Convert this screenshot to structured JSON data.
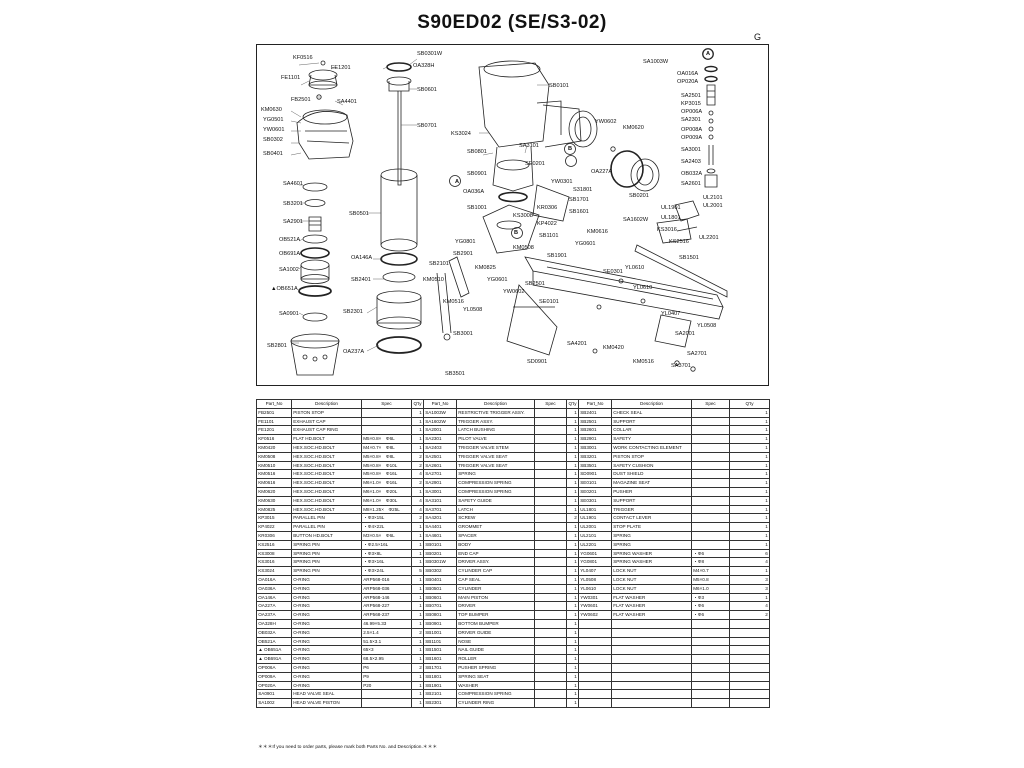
{
  "page": {
    "title": "S90ED02 (SE/S3-02)",
    "corner_mark": "G",
    "footnote": "＊＊＊If you need to order parts, please mark both Parts No. and Description.＊＊＊"
  },
  "diagram": {
    "callouts": {
      "a1": "A",
      "a2": "A",
      "a3": "A",
      "b1": "B",
      "b2": "B"
    },
    "labels": {
      "KF0516": "KF0516",
      "FE1201": "FE1201",
      "FE1101": "FE1101",
      "FB2501": "FB2501",
      "SA4401": "SA4401",
      "KM0630": "KM0630",
      "YG0501": "YG0501",
      "YW0601": "YW0601",
      "SB0302": "SB0302",
      "SB0401": "SB0401",
      "SA4601": "SA4601",
      "SB3201": "SB3201",
      "SA2901": "SA2901",
      "OB521A": "OB521A",
      "OB691A": "OB691A",
      "SA1002": "SA1002",
      "OB651A": "▲OB651A",
      "SA0901": "SA0901",
      "SB2801": "SB2801",
      "SB0301W": "SB0301W",
      "OA328H": "OA328H",
      "SB0601": "SB0601",
      "SB0701": "SB0701",
      "SB0501": "SB0501",
      "OA146A": "OA146A",
      "SB2401": "SB2401",
      "SB2301": "SB2301",
      "OA237A": "OA237A",
      "SB0101": "SB0101",
      "KS3024": "KS3024",
      "SB0801": "SB0801",
      "SA3101": "SA3101",
      "SE0201": "SE0201",
      "SB0901": "SB0901",
      "OA036A": "OA036A",
      "SB1001": "SB1001",
      "YW0301": "YW0301",
      "KS3008": "KS3008",
      "KR0306": "KR0306",
      "S31801": "S31801",
      "SB1701": "SB1701",
      "SB1601": "SB1601",
      "KP4022": "KP4022",
      "SB1101": "SB1101",
      "YG0801": "YG0801",
      "KM0508": "KM0508",
      "SB2101": "SB2101",
      "SB2901": "SB2901",
      "KM0825": "KM0825",
      "KM0510": "KM0510",
      "YG0601": "YG0601",
      "YW0602": "YW0602",
      "KM0516": "KM0516",
      "YL0508": "YL0508",
      "SB2501": "SB2501",
      "SE0101": "SE0101",
      "SB3001": "SB3001",
      "SB3501": "SB3501",
      "SD0901": "SD0901",
      "SA4201": "SA4201",
      "YW0602b": "YW0602",
      "KM0620": "KM0620",
      "OA227A": "OA227A",
      "SB0201": "SB0201",
      "SA1003W": "SA1003W",
      "OA016A": "OA016A",
      "OP020A": "OP020A",
      "SA2501": "SA2501",
      "KP3015": "KP3015",
      "OP006A": "OP006A",
      "SA2301": "SA2301",
      "OP008A": "OP008A",
      "OP009A": "OP009A",
      "SA3001": "SA3001",
      "SA2403": "SA2403",
      "OB032A": "OB032A",
      "SA2601": "SA2601",
      "UL2101": "UL2101",
      "UL1901": "UL1901",
      "UL2001": "UL2001",
      "UL1801": "UL1801",
      "SA1602W": "SA1602W",
      "KS3016": "KS3016",
      "KS2516": "KS2516",
      "UL2201": "UL2201",
      "KM0616": "KM0616",
      "SB1901": "SB1901",
      "YG0601b": "YG0601",
      "SB1501": "SB1501",
      "SE0301": "SE0301",
      "YL0610": "YL0610",
      "YL0610b": "YL0610",
      "YL0407": "YL0407",
      "YL0508b": "YL0508",
      "SA2001": "SA2001",
      "KM0420": "KM0420",
      "SA2701": "SA2701",
      "KM0516b": "KM0516",
      "SA3701": "SA3701"
    }
  },
  "table": {
    "headers": [
      "Part_No",
      "Description",
      "Spec",
      "Q'ty"
    ],
    "columns": [
      [
        [
          "FB2501",
          "PISTON STOP",
          "",
          "1"
        ],
        [
          "FE1101",
          "EXHAUST CAP",
          "",
          "1"
        ],
        [
          "FE1201",
          "EXHAUST CAP RING",
          "",
          "1"
        ],
        [
          "KF0516",
          "FLAT HD.BOLT",
          "M5×0.8×　Φ6L",
          "1"
        ],
        [
          "KM0420",
          "HEX.SOC.HD.BOLT",
          "M4×0.7×　Φ8L",
          "1"
        ],
        [
          "KM0508",
          "HEX.SOC.HD.BOLT",
          "M5×0.8×　Φ8L",
          "2"
        ],
        [
          "KM0510",
          "HEX.SOC.HD.BOLT",
          "M5×0.8×　Φ10L",
          "2"
        ],
        [
          "KM0516",
          "HEX.SOC.HD.BOLT",
          "M5×0.8×　Φ16L",
          "4"
        ],
        [
          "KM0616",
          "HEX.SOC.HD.BOLT",
          "M6×1.0×　Φ16L",
          "2"
        ],
        [
          "KM0620",
          "HEX.SOC.HD.BOLT",
          "M6×1.0×　Φ20L",
          "1"
        ],
        [
          "KM0630",
          "HEX.SOC.HD.BOLT",
          "M6×1.0×　Φ30L",
          "4"
        ],
        [
          "KM0825",
          "HEX.SOC.HD.BOLT",
          "M8×1.25×　Φ25L",
          "4"
        ],
        [
          "KP3015",
          "PARALLEL PIN",
          "・Φ3×15L",
          "2"
        ],
        [
          "KP4022",
          "PARALLEL PIN",
          "・Φ4×22L",
          "1"
        ],
        [
          "KR0306",
          "BUTTON HD.BOLT",
          "M3×0.5×　Φ6L",
          "1"
        ],
        [
          "KS2516",
          "SPRING PIN",
          "・Φ2.5×16L",
          "1"
        ],
        [
          "KS3008",
          "SPRING PIN",
          "・Φ3×8L",
          "1"
        ],
        [
          "KS3016",
          "SPRING PIN",
          "・Φ3×16L",
          "1"
        ],
        [
          "KS3024",
          "SPRING PIN",
          "・Φ3×24L",
          "5"
        ],
        [
          "OA016A",
          "O-RING",
          "ARP568-016",
          "1"
        ],
        [
          "OA036A",
          "O-RING",
          "ARP568-036",
          "1"
        ],
        [
          "OA146A",
          "O-RING",
          "ARP568-146",
          "1"
        ],
        [
          "OA227A",
          "O-RING",
          "ARP568-227",
          "1"
        ],
        [
          "OA237A",
          "O-RING",
          "ARP568-237",
          "1"
        ],
        [
          "OA328H",
          "O-RING",
          "46.99×5.33",
          "1"
        ],
        [
          "OB032A",
          "O-RING",
          "2.5×1.4",
          "2"
        ],
        [
          "OB521A",
          "O-RING",
          "51.5×3.1",
          "1"
        ],
        [
          "▲ OB651A",
          "O-RING",
          "65×3",
          "1"
        ],
        [
          "▲ OB691A",
          "O-RING",
          "68.5×2.95",
          "1"
        ],
        [
          "OP006A",
          "O-RING",
          "P6",
          "2"
        ],
        [
          "OP009A",
          "O-RING",
          "P9",
          "1"
        ],
        [
          "OP020A",
          "O-RING",
          "P20",
          "1"
        ],
        [
          "SA0901",
          "HEAD VALVE SEAL",
          "",
          "1"
        ],
        [
          "SA1002",
          "HEAD VALVE PISTON",
          "",
          "1"
        ]
      ],
      [
        [
          "SA1003W",
          "RESTRICTIVE TRIGGER ASSY.",
          "",
          "1"
        ],
        [
          "SA1602W",
          "TRIGGER ASSY.",
          "",
          "1"
        ],
        [
          "SA2001",
          "LATCH BUSHING",
          "",
          "1"
        ],
        [
          "SA2301",
          "PILOT VALVE",
          "",
          "1"
        ],
        [
          "SA2403",
          "TRIGGER VALVE STEM",
          "",
          "1"
        ],
        [
          "SA2501",
          "TRIGGER VALVE SEAT",
          "",
          "1"
        ],
        [
          "SA2601",
          "TRIGGER VALVE SEAT",
          "",
          "1"
        ],
        [
          "SA2701",
          "SPRING",
          "",
          "1"
        ],
        [
          "SA2901",
          "COMPRESSION SPRING",
          "",
          "1"
        ],
        [
          "SA3001",
          "COMPRESSION SPRING",
          "",
          "1"
        ],
        [
          "SA3101",
          "SAFETY GUIDE",
          "",
          "1"
        ],
        [
          "SA3701",
          "LATCH",
          "",
          "1"
        ],
        [
          "SA4201",
          "SCREW",
          "",
          "2"
        ],
        [
          "SA4401",
          "GROMMET",
          "",
          "1"
        ],
        [
          "SA4601",
          "SPACER",
          "",
          "1"
        ],
        [
          "SB0101",
          "BODY",
          "",
          "1"
        ],
        [
          "SB0201",
          "END CAP",
          "",
          "1"
        ],
        [
          "SB0301W",
          "DRIVER ASSY.",
          "",
          "1"
        ],
        [
          "SB0302",
          "CYLINDER CAP",
          "",
          "1"
        ],
        [
          "SB0401",
          "CAP SEAL",
          "",
          "1"
        ],
        [
          "SB0501",
          "CYLINDER",
          "",
          "1"
        ],
        [
          "SB0601",
          "MAIN PISTON",
          "",
          "1"
        ],
        [
          "SB0701",
          "DRIVER",
          "",
          "1"
        ],
        [
          "SB0801",
          "TOP BUMPER",
          "",
          "1"
        ],
        [
          "SB0901",
          "BOTTOM BUMPER",
          "",
          "1"
        ],
        [
          "SB1001",
          "DRIVER GUIDE",
          "",
          "1"
        ],
        [
          "SB1101",
          "NOSE",
          "",
          "1"
        ],
        [
          "SB1501",
          "NAIL GUIDE",
          "",
          "1"
        ],
        [
          "SB1601",
          "ROLLER",
          "",
          "1"
        ],
        [
          "SB1701",
          "PUSHER SPRING",
          "",
          "1"
        ],
        [
          "SB1801",
          "SPRING SEAT",
          "",
          "1"
        ],
        [
          "SB1901",
          "WASHER",
          "",
          "1"
        ],
        [
          "SB2101",
          "COMPRESSION SPRING",
          "",
          "1"
        ],
        [
          "SB2301",
          "CYLINDER RING",
          "",
          "1"
        ]
      ],
      [
        [
          "SB2401",
          "CHECK SEAL",
          "",
          "1"
        ],
        [
          "SB2501",
          "SUPPORT",
          "",
          "1"
        ],
        [
          "SB2601",
          "COLLAR",
          "",
          "1"
        ],
        [
          "SB2901",
          "SAFETY",
          "",
          "1"
        ],
        [
          "SB3001",
          "WORK CONTACTING ELEMENT",
          "",
          "1"
        ],
        [
          "SB3201",
          "PISTON STOP",
          "",
          "1"
        ],
        [
          "SB3501",
          "SAFETY CUSHION",
          "",
          "1"
        ],
        [
          "SD0901",
          "DUST SHIELD",
          "",
          "1"
        ],
        [
          "SE0101",
          "MAGAZINE SEAT",
          "",
          "1"
        ],
        [
          "SE0201",
          "PUSHER",
          "",
          "1"
        ],
        [
          "SE0301",
          "SUPPORT",
          "",
          "1"
        ],
        [
          "UL1801",
          "TRIGGER",
          "",
          "1"
        ],
        [
          "UL1901",
          "CONTACT LEVER",
          "",
          "1"
        ],
        [
          "UL2001",
          "STOP PLATE",
          "",
          "1"
        ],
        [
          "UL2101",
          "SPRING",
          "",
          "1"
        ],
        [
          "UL2201",
          "SPRING",
          "",
          "1"
        ],
        [
          "YG0601",
          "SPRING WASHER",
          "・Φ6",
          "6"
        ],
        [
          "YG0801",
          "SPRING WASHER",
          "・Φ8",
          "4"
        ],
        [
          "YL0407",
          "LOCK NUT",
          "M4×0.7",
          "1"
        ],
        [
          "YL0508",
          "LOCK NUT",
          "M5×0.8",
          "3"
        ],
        [
          "YL0610",
          "LOCK NUT",
          "M6×1.0",
          "3"
        ],
        [
          "YW0301",
          "FLAT WASHER",
          "・Φ3",
          "1"
        ],
        [
          "YW0601",
          "FLAT WASHER",
          "・Φ6",
          "4"
        ],
        [
          "YW0602",
          "FLAT WASHER",
          "・Φ6",
          "2"
        ],
        [
          "",
          "",
          "",
          ""
        ],
        [
          "",
          "",
          "",
          ""
        ],
        [
          "",
          "",
          "",
          ""
        ],
        [
          "",
          "",
          "",
          ""
        ],
        [
          "",
          "",
          "",
          ""
        ],
        [
          "",
          "",
          "",
          ""
        ],
        [
          "",
          "",
          "",
          ""
        ],
        [
          "",
          "",
          "",
          ""
        ],
        [
          "",
          "",
          "",
          ""
        ],
        [
          "",
          "",
          "",
          ""
        ]
      ]
    ]
  }
}
